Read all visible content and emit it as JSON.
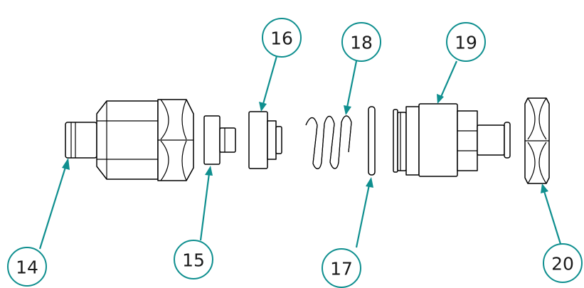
{
  "balloons": {
    "b14": "14",
    "b15": "15",
    "b16": "16",
    "b17": "17",
    "b18": "18",
    "b19": "19",
    "b20": "20"
  },
  "colors": {
    "leader": "#0f8f8f",
    "linework": "#000000",
    "background": "#ffffff"
  }
}
